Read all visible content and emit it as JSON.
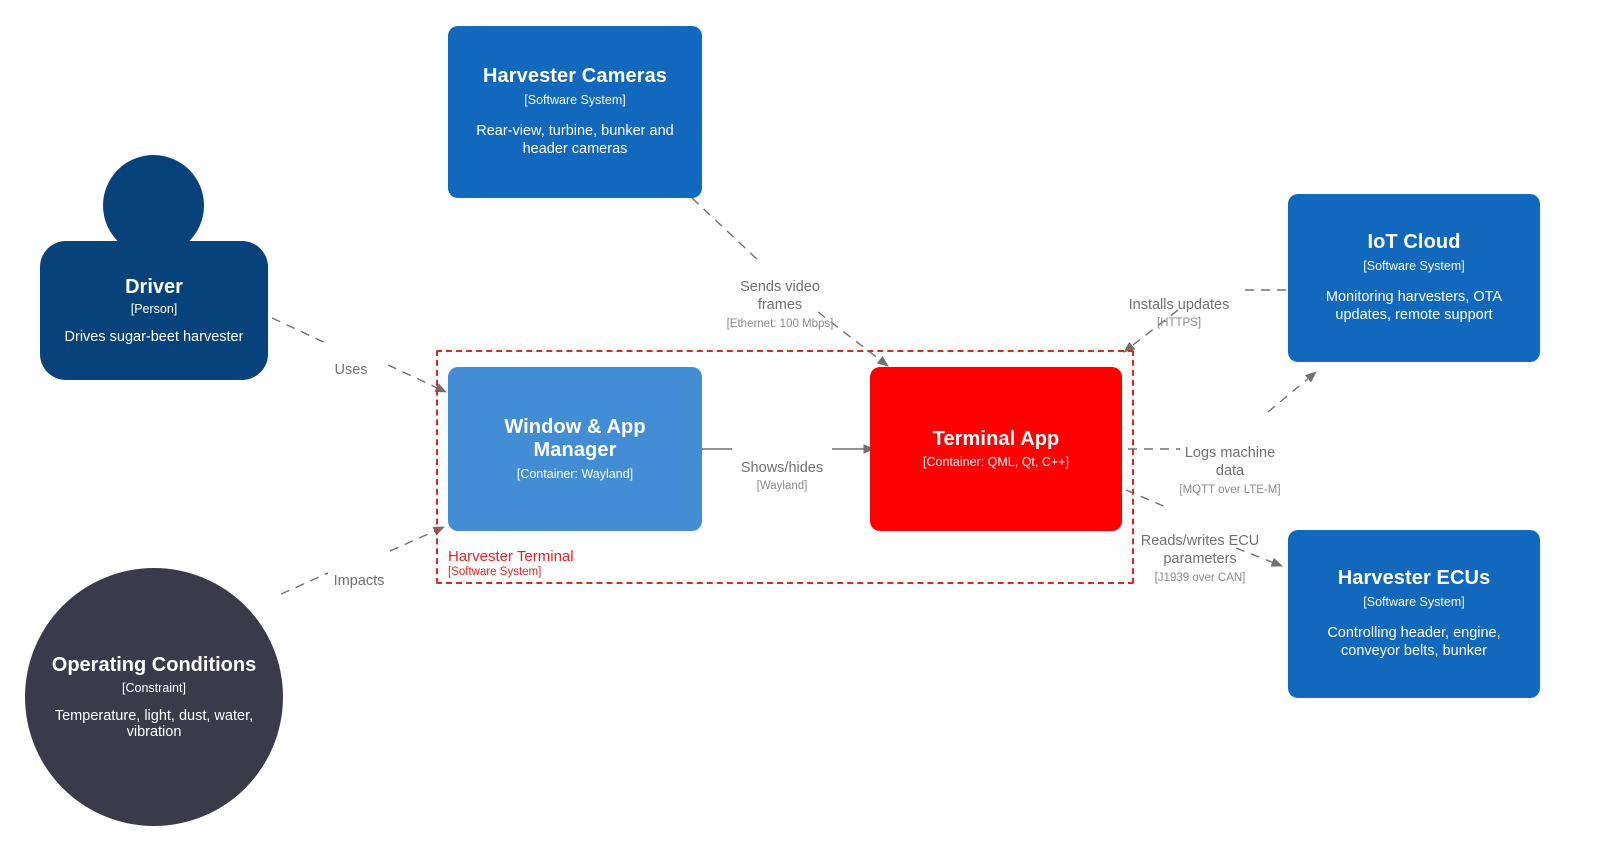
{
  "diagram": {
    "type": "C4 System Context / Container diagram",
    "boundary": {
      "name": "Harvester Terminal",
      "type": "[Software System]",
      "color": "#e52420"
    },
    "nodes": [
      {
        "id": "driver",
        "title": "Driver",
        "type": "[Person]",
        "description": "Drives sugar-beet harvester",
        "shape": "person",
        "color": "#08427b"
      },
      {
        "id": "harvester-cameras",
        "title": "Harvester Cameras",
        "type": "[Software System]",
        "description": "Rear-view, turbine, bunker and header cameras",
        "shape": "box",
        "color": "#1168bd"
      },
      {
        "id": "iot-cloud",
        "title": "IoT Cloud",
        "type": "[Software System]",
        "description": "Monitoring harvesters, OTA updates, remote support",
        "shape": "box",
        "color": "#1168bd"
      },
      {
        "id": "harvester-ecus",
        "title": "Harvester ECUs",
        "type": "[Software System]",
        "description": "Controlling header, engine, conveyor belts, bunker",
        "shape": "box",
        "color": "#1168bd"
      },
      {
        "id": "window-app-manager",
        "title": "Window & App Manager",
        "type": "[Container: Wayland]",
        "description": "",
        "shape": "box",
        "color": "#438dd5"
      },
      {
        "id": "terminal-app",
        "title": "Terminal App",
        "type": "[Container: QML, Qt, C++]",
        "description": "",
        "shape": "box",
        "color": "#ff0000"
      },
      {
        "id": "operating-conditions",
        "title": "Operating Conditions",
        "type": "[Constraint]",
        "description": "Temperature, light, dust, water, vibration",
        "shape": "circle",
        "color": "#3b3a4a"
      }
    ],
    "edges": [
      {
        "id": "driver-uses",
        "from": "driver",
        "to": "window-app-manager",
        "label": "Uses",
        "technology": ""
      },
      {
        "id": "cameras-video",
        "from": "harvester-cameras",
        "to": "terminal-app",
        "label": "Sends video\nframes",
        "technology": "[Ethernet: 100 Mbps]"
      },
      {
        "id": "manager-shows-hides",
        "from": "window-app-manager",
        "to": "terminal-app",
        "label": "Shows/hides",
        "technology": "[Wayland]"
      },
      {
        "id": "cloud-installs-updates",
        "from": "iot-cloud",
        "to": "terminal-app",
        "label": "Installs updates",
        "technology": "[HTTPS]"
      },
      {
        "id": "logs-machine-data",
        "from": "terminal-app",
        "to": "iot-cloud",
        "label": "Logs machine\ndata",
        "technology": "[MQTT over LTE-M]"
      },
      {
        "id": "ecu-parameters",
        "from": "terminal-app",
        "to": "harvester-ecus",
        "label": "Reads/writes ECU\nparameters",
        "technology": "[J1939 over CAN]"
      },
      {
        "id": "conditions-impacts",
        "from": "operating-conditions",
        "to": "window-app-manager",
        "label": "Impacts",
        "technology": ""
      }
    ]
  }
}
